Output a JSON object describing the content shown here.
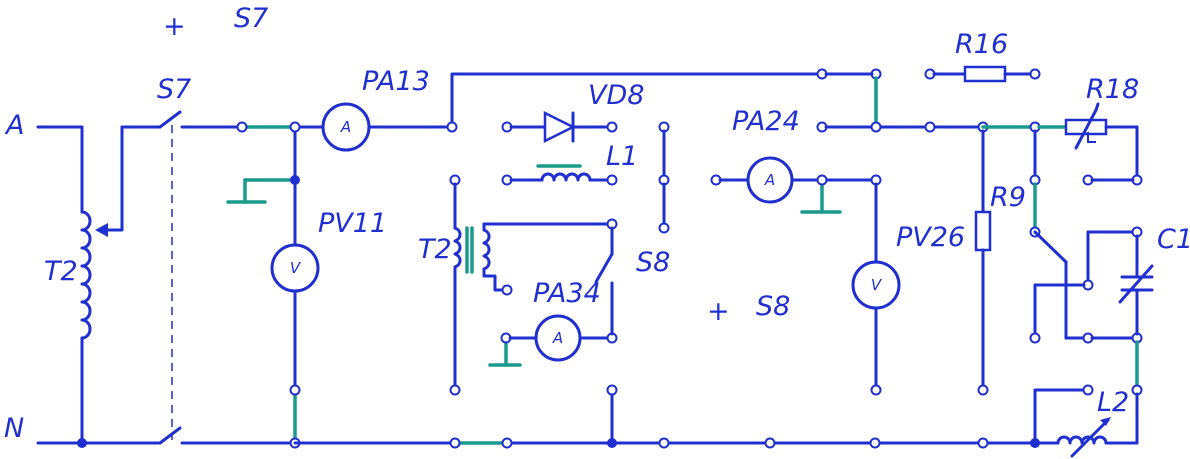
{
  "labels": {
    "phase_a": "A",
    "neutral_n": "N",
    "switch_s7": "S7",
    "switch_s7_top": "S7",
    "switch_s8": "S8",
    "switch_s8_mid": "S8",
    "autotransformer_t2": "T2",
    "transformer_t2": "T2",
    "ammeter_pa13": "PA13",
    "ammeter_pa24": "PA24",
    "ammeter_pa34": "PA34",
    "voltmeter_pv11": "PV11",
    "voltmeter_pv26": "PV26",
    "diode_vd8": "VD8",
    "inductor_l1": "L1",
    "inductor_l2": "L2",
    "resistor_r16": "R16",
    "resistor_r18": "R18",
    "resistor_r9": "R9",
    "capacitor_c1": "C1",
    "plus_s7": "+",
    "plus_s8": "+"
  },
  "meter_symbols": {
    "ammeter": "A",
    "voltmeter": "V"
  },
  "colors": {
    "wire": "#1f2fd0",
    "jumper": "#1a9a8c",
    "background": "#ffffff"
  }
}
